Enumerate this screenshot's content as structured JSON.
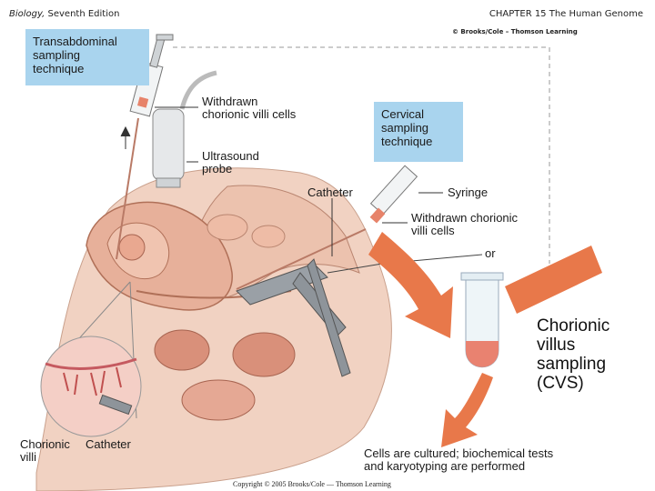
{
  "header": {
    "book_title": "Biology,",
    "edition": "Seventh Edition",
    "chapter": "CHAPTER 15 The Human Genome",
    "publisher_credit": "© Brooks/Cole – Thomson Learning"
  },
  "labels": {
    "transabdominal": [
      "Transabdominal",
      "sampling",
      "technique"
    ],
    "withdrawn_top": [
      "Withdrawn",
      "chorionic villi cells"
    ],
    "ultrasound": [
      "Ultrasound",
      "probe"
    ],
    "cervical": [
      "Cervical",
      "sampling",
      "technique"
    ],
    "catheter_top": "Catheter",
    "syringe": "Syringe",
    "withdrawn_right": [
      "Withdrawn chorionic",
      "villi cells"
    ],
    "or": "or",
    "chorionic_villi": [
      "Chorionic",
      "villi"
    ],
    "catheter_bottom": "Catheter",
    "cvs_title": [
      "Chorionic",
      "villus",
      "sampling",
      "(CVS)"
    ],
    "cultured": [
      "Cells are cultured; biochemical tests",
      "and karyotyping are performed"
    ]
  },
  "footer": {
    "copyright": "Copyright © 2005 Brooks/Cole — Thomson Learning"
  },
  "colors": {
    "box_blue": "#a9d4ee",
    "arrow_orange": "#e8784a",
    "tissue_pink": "#e8b8a4",
    "tissue_dark": "#c07860"
  }
}
